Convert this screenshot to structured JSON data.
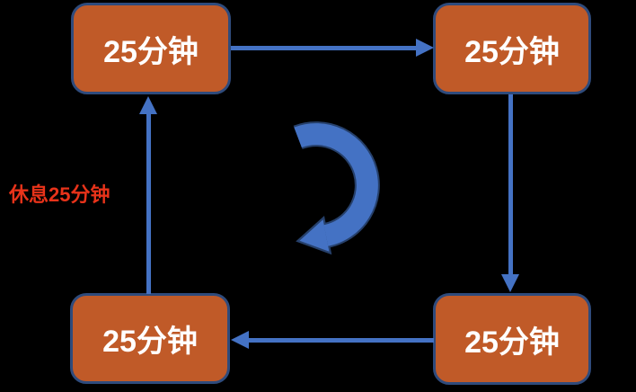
{
  "diagram": {
    "type": "cycle",
    "boxes": {
      "top_left": {
        "label": "25分钟"
      },
      "top_right": {
        "label": "25分钟"
      },
      "bottom_right": {
        "label": "25分钟"
      },
      "bottom_left": {
        "label": "25分钟"
      }
    },
    "rest_label": {
      "text": "休息25分钟"
    },
    "arrows": [
      {
        "id": "top",
        "from": "top_left",
        "to": "top_right",
        "direction": "right"
      },
      {
        "id": "right",
        "from": "top_right",
        "to": "bottom_right",
        "direction": "down"
      },
      {
        "id": "bottom",
        "from": "bottom_right",
        "to": "bottom_left",
        "direction": "left"
      },
      {
        "id": "left",
        "from": "bottom_left",
        "to": "top_left",
        "direction": "up"
      },
      {
        "id": "center_cycle",
        "type": "curved",
        "rotation": "clockwise"
      }
    ]
  },
  "colors": {
    "background": "#000000",
    "box_fill": "#C05A28",
    "box_border": "#2F4B7C",
    "box_text": "#FFFFFF",
    "arrow": "#4472C4",
    "arrow_outline": "#26406B",
    "rest_text": "#E8331A"
  }
}
